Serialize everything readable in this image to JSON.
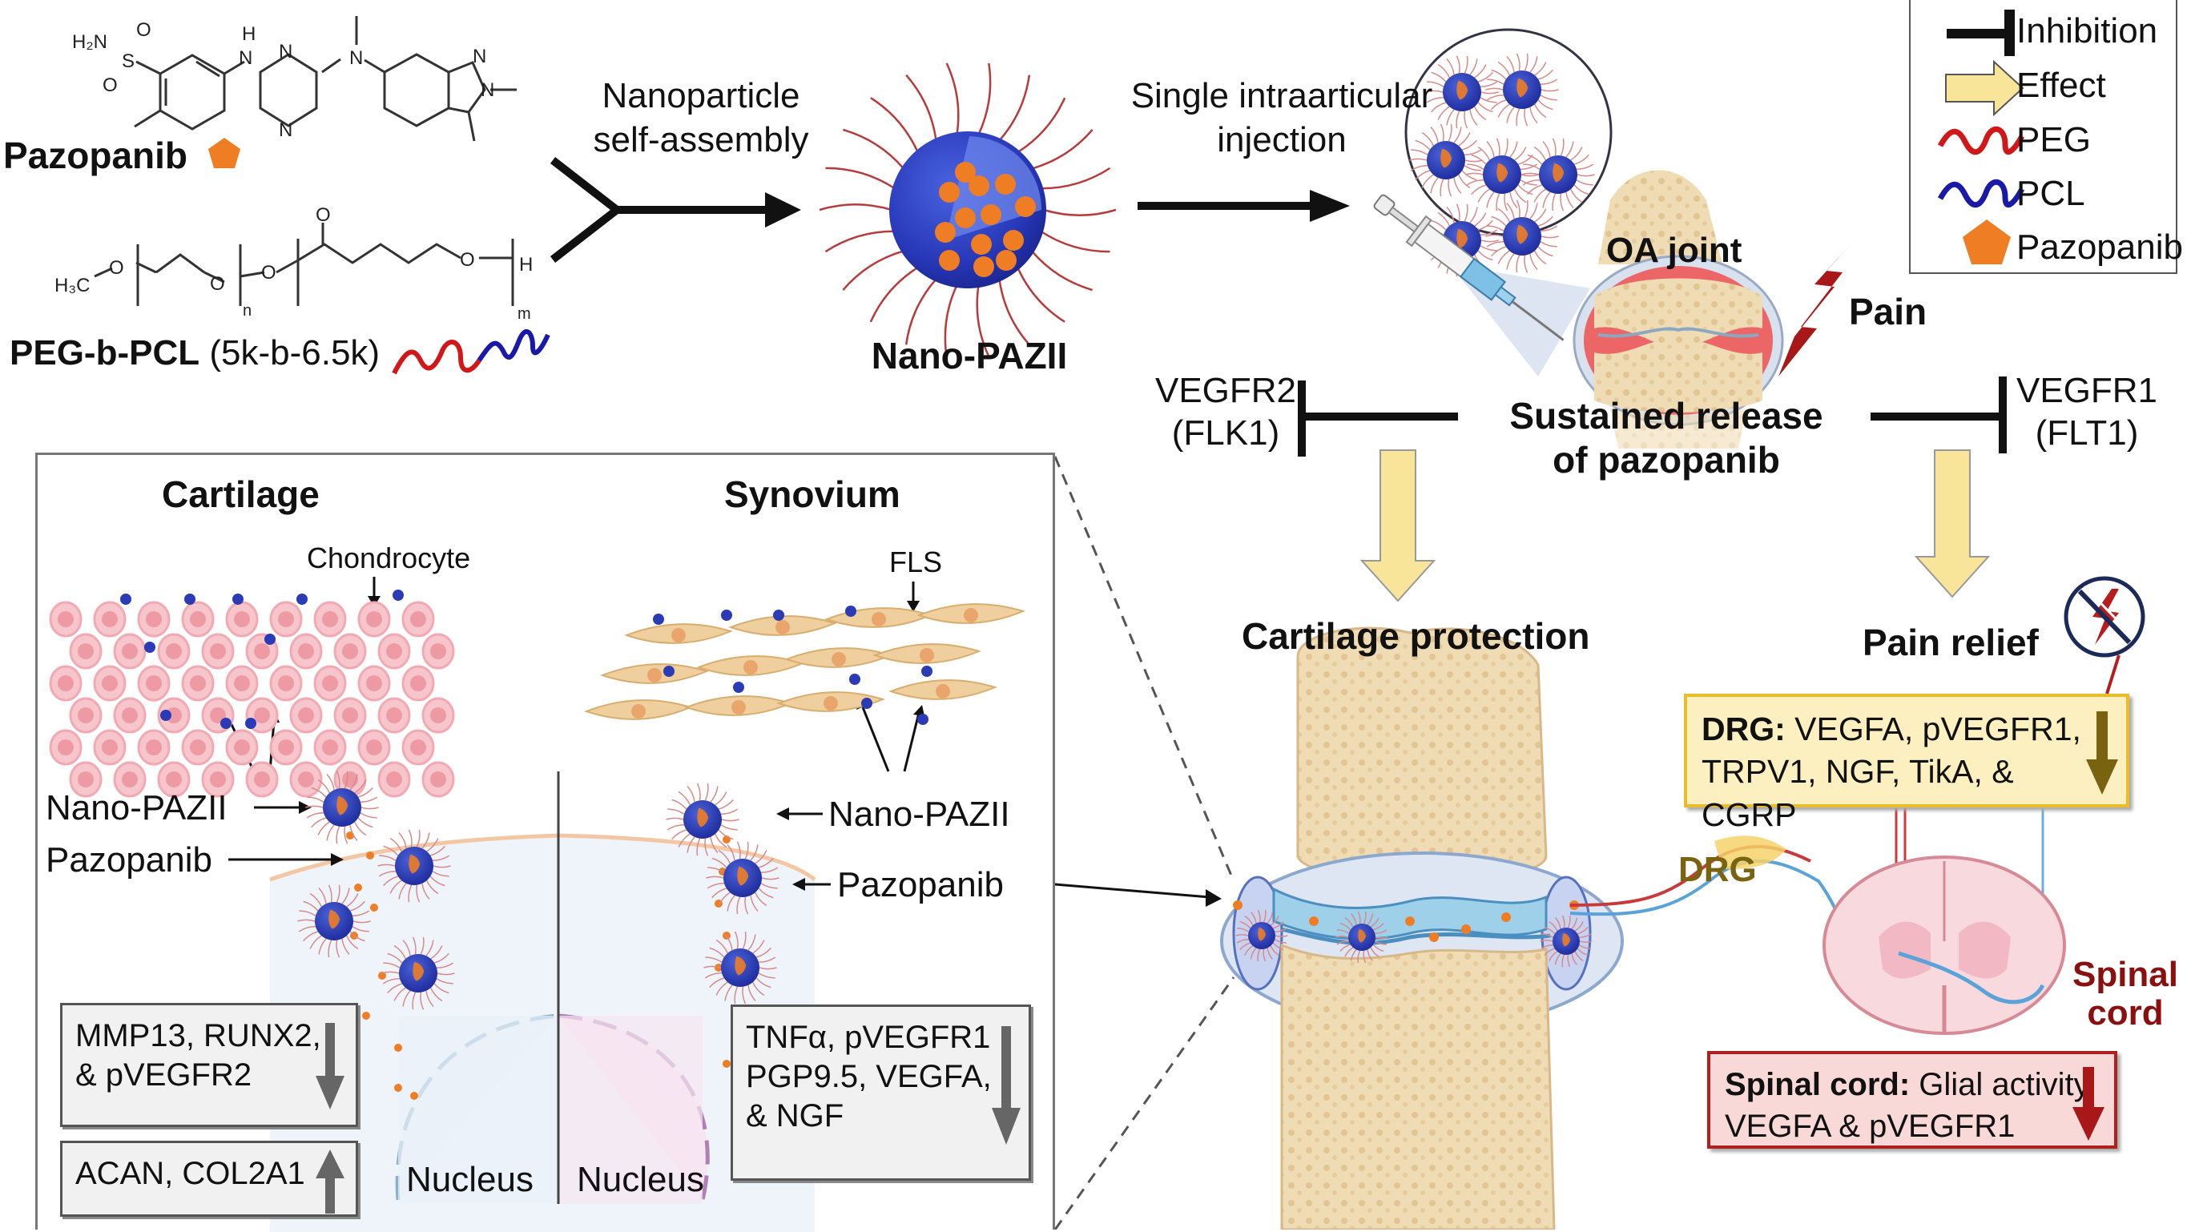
{
  "legend": {
    "items": [
      {
        "icon": "inhibition-icon",
        "label": "Inhibition"
      },
      {
        "icon": "effect-arrow-icon",
        "label": "Effect"
      },
      {
        "icon": "peg-wave-icon",
        "label": "PEG"
      },
      {
        "icon": "pcl-wave-icon",
        "label": "PCL"
      },
      {
        "icon": "pazopanib-pentagon-icon",
        "label": "Pazopanib"
      }
    ]
  },
  "colors": {
    "peg": "#d01818",
    "pcl": "#1a1aa8",
    "pazopanib": "#ef7d23",
    "effect_arrow": "#f8e59a",
    "drg_box": "#fdf0c0",
    "spinal_box": "#f9d8d8",
    "spinal_text": "#8a1010",
    "drg_text": "#7a6310"
  },
  "top": {
    "pazopanib_label": "Pazopanib",
    "pazopanib_structure_atoms": [
      "H₂N",
      "S",
      "O",
      "O",
      "H",
      "N",
      "N",
      "N",
      "N",
      "N",
      "N"
    ],
    "peg_pcl_label_bold": "PEG-b-PCL",
    "peg_pcl_label_rest": "(5k-b-6.5k)",
    "peg_pcl_atoms": [
      "H₃C",
      "O",
      "O",
      "O",
      "O",
      "O",
      "H",
      "n",
      "m"
    ],
    "self_assembly_label_line1": "Nanoparticle",
    "self_assembly_label_line2": "self-assembly",
    "nanoparticle_label": "Nano-PAZII",
    "injection_label_line1": "Single intraarticular",
    "injection_label_line2": "injection",
    "oa_joint_label": "OA joint",
    "pain_label": "Pain"
  },
  "middle": {
    "vegfr2_line1": "VEGFR2",
    "vegfr2_line2": "(FLK1)",
    "release_line1": "Sustained release",
    "release_line2": "of pazopanib",
    "vegfr1_line1": "VEGFR1",
    "vegfr1_line2": "(FLT1)",
    "cartilage_protection": "Cartilage protection",
    "pain_relief": "Pain relief"
  },
  "panel": {
    "cartilage_title": "Cartilage",
    "synovium_title": "Synovium",
    "chondrocyte_label": "Chondrocyte",
    "fls_label": "FLS",
    "left_nano_label": "Nano-PAZII",
    "left_pazopanib_label": "Pazopanib",
    "right_nano_label": "Nano-PAZII",
    "right_pazopanib_label": "Pazopanib",
    "nucleus_left": "Nucleus",
    "nucleus_right": "Nucleus",
    "down_box_left_lines": [
      "MMP13, RUNX2,",
      "& pVEGFR2"
    ],
    "up_box_left": "ACAN, COL2A1",
    "down_box_right_lines": [
      "TNFα, pVEGFR1",
      "PGP9.5, VEGFA,",
      "& NGF"
    ]
  },
  "right": {
    "drg_box_bold": "DRG:",
    "drg_box_line1_rest": " VEGFA, pVEGFR1,",
    "drg_box_line2": "TRPV1, NGF, TikA, & CGRP",
    "drg_label": "DRG",
    "spinal_cord_line1": "Spinal",
    "spinal_cord_line2": "cord",
    "spinal_box_bold": "Spinal cord:",
    "spinal_box_line1_rest": " Glial activity,",
    "spinal_box_line2": "VEGFA & pVEGFR1"
  }
}
